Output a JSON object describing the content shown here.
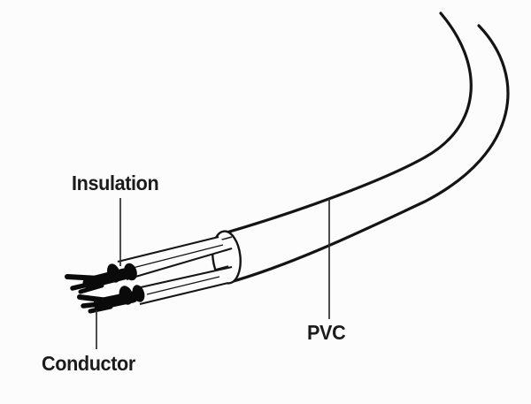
{
  "diagram": {
    "labels": [
      {
        "id": "insulation",
        "text": "Insulation"
      },
      {
        "id": "conductor",
        "text": "Conductor"
      },
      {
        "id": "pvc",
        "text": "PVC"
      }
    ],
    "colors": {
      "background": "#fcfcfc",
      "line": "#141414",
      "label_text": "#1b1b1b",
      "conductor_fill": "#0a0a0a",
      "leader": "#2e2e2e"
    }
  }
}
